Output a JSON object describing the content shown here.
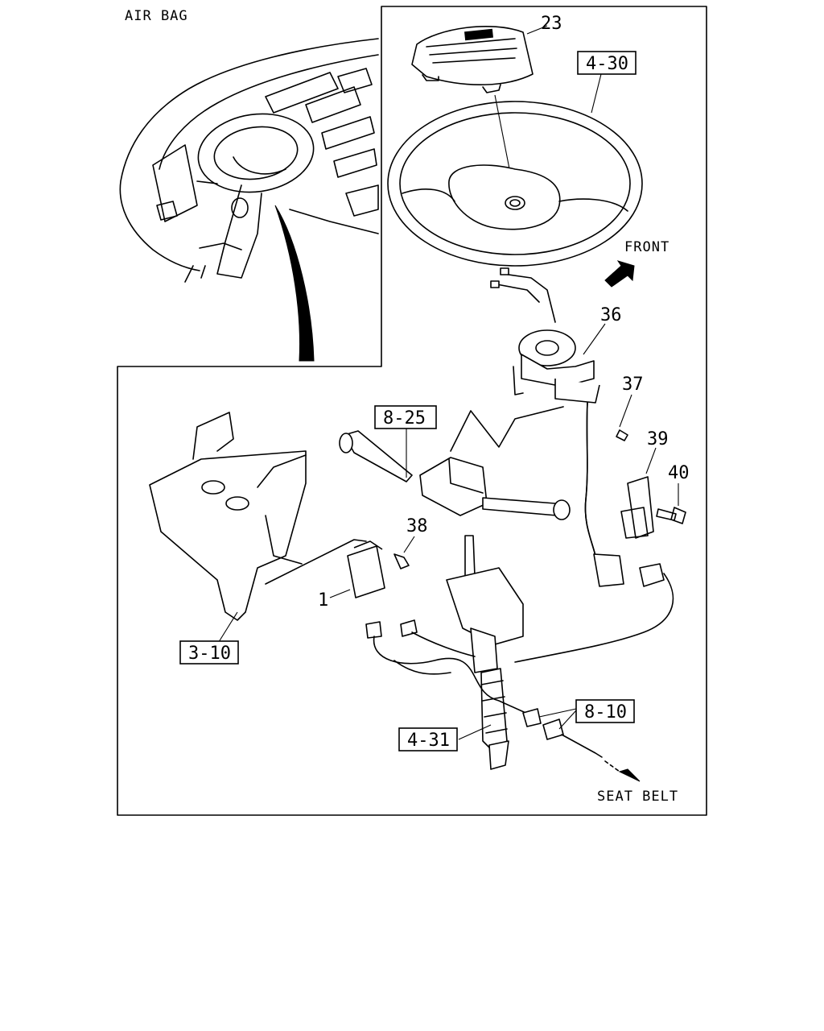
{
  "captions": {
    "air_bag": "AIR BAG",
    "front": "FRONT",
    "seat_belt": "SEAT BELT"
  },
  "callouts": {
    "c23": "23",
    "c36": "36",
    "c37": "37",
    "c38": "38",
    "c39": "39",
    "c40": "40",
    "c1": "1"
  },
  "references": {
    "r430": "4-30",
    "r825": "8-25",
    "r310": "3-10",
    "r431": "4-31",
    "r810": "8-10"
  }
}
